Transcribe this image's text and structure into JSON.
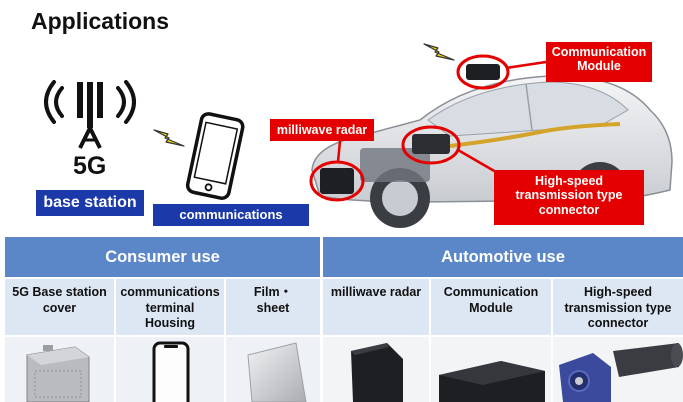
{
  "title": "Applications",
  "left_panel": {
    "tower_label": "5G",
    "base_station_label": "base station",
    "terminal_label": "communications terminal"
  },
  "car_callouts": {
    "radar": "milliwave radar",
    "comm_module": [
      "Communication",
      "Module"
    ],
    "connector": [
      "High-speed",
      "transmission type",
      "connector"
    ]
  },
  "table": {
    "groups": [
      "Consumer use",
      "Automotive use"
    ],
    "columns": [
      [
        "5G Base station",
        "cover"
      ],
      [
        "communications",
        "terminal",
        "Housing"
      ],
      [
        "Film・",
        "sheet"
      ],
      [
        "milliwave radar"
      ],
      [
        "Communication",
        "Module"
      ],
      [
        "High-speed",
        "transmission type",
        "connector"
      ]
    ]
  },
  "colors": {
    "label_blue": "#1b39a8",
    "callout_red": "#e40000",
    "header_blue": "#5b87c9",
    "subheader_light": "#dde6f3"
  }
}
